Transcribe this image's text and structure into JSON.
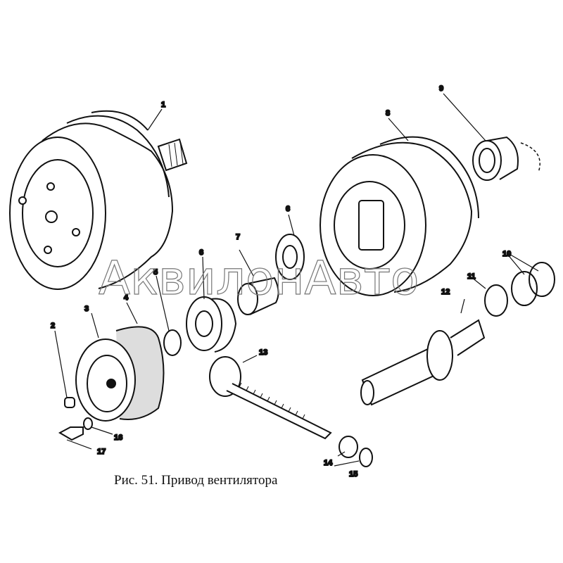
{
  "figure": {
    "caption": "Рис. 51. Привод вентилятора",
    "watermark": "АквилонАвто",
    "callouts": [
      "1",
      "2",
      "3",
      "4",
      "5",
      "6",
      "6",
      "7",
      "8",
      "9",
      "10",
      "11",
      "12",
      "13",
      "14",
      "15",
      "16",
      "17"
    ]
  }
}
